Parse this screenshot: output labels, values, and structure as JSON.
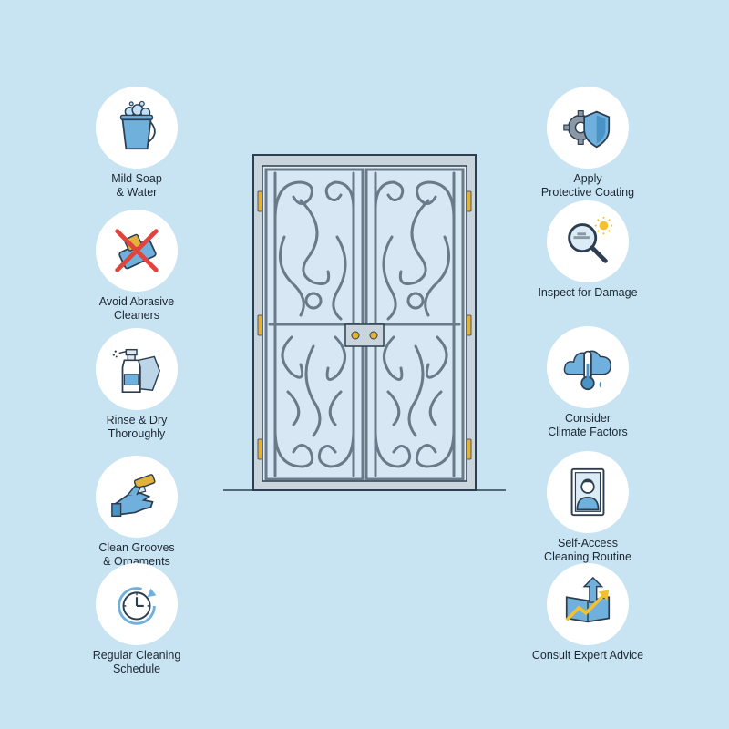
{
  "tips": {
    "mild_soap": {
      "line1": "Mild Soap",
      "line2": "& Water",
      "icon": "soap-bucket-icon"
    },
    "avoid_abrasive": {
      "line1": "Avoid Abrasive",
      "line2": "Cleaners",
      "icon": "no-abrasive-brush-icon"
    },
    "rinse_dry": {
      "line1": "Rinse & Dry",
      "line2": "Thoroughly",
      "icon": "spray-bottle-cloth-icon"
    },
    "clean_grooves": {
      "line1": "Clean Grooves",
      "line2": "& Ornaments",
      "icon": "gloved-hand-brush-icon"
    },
    "regular_schedule": {
      "line1": "Regular Cleaning",
      "line2": "Schedule",
      "icon": "clock-cycle-icon"
    },
    "protective_coating": {
      "line1": "Apply",
      "line2": "Protective Coating",
      "icon": "gear-shield-icon"
    },
    "inspect_damage": {
      "line1": "Inspect for Damage",
      "icon": "magnifier-inspect-icon"
    },
    "climate_factors": {
      "line1": "Consider",
      "line2": "Climate Factors",
      "icon": "cloud-thermometer-icon"
    },
    "self_access": {
      "line1": "Self-Access",
      "line2": "Cleaning Routine",
      "icon": "person-portrait-icon"
    },
    "expert_advice": {
      "line1": "Consult Expert Advice",
      "icon": "trend-arrow-book-icon"
    }
  },
  "colors": {
    "background": "#c8e4f3",
    "icon_blue": "#6fb0dc",
    "icon_outline": "#2c3e50",
    "warning_red": "#e0443c",
    "accent_yellow": "#f2c12e",
    "brass": "#e2b23b",
    "door_frame": "#a9b7c2"
  }
}
